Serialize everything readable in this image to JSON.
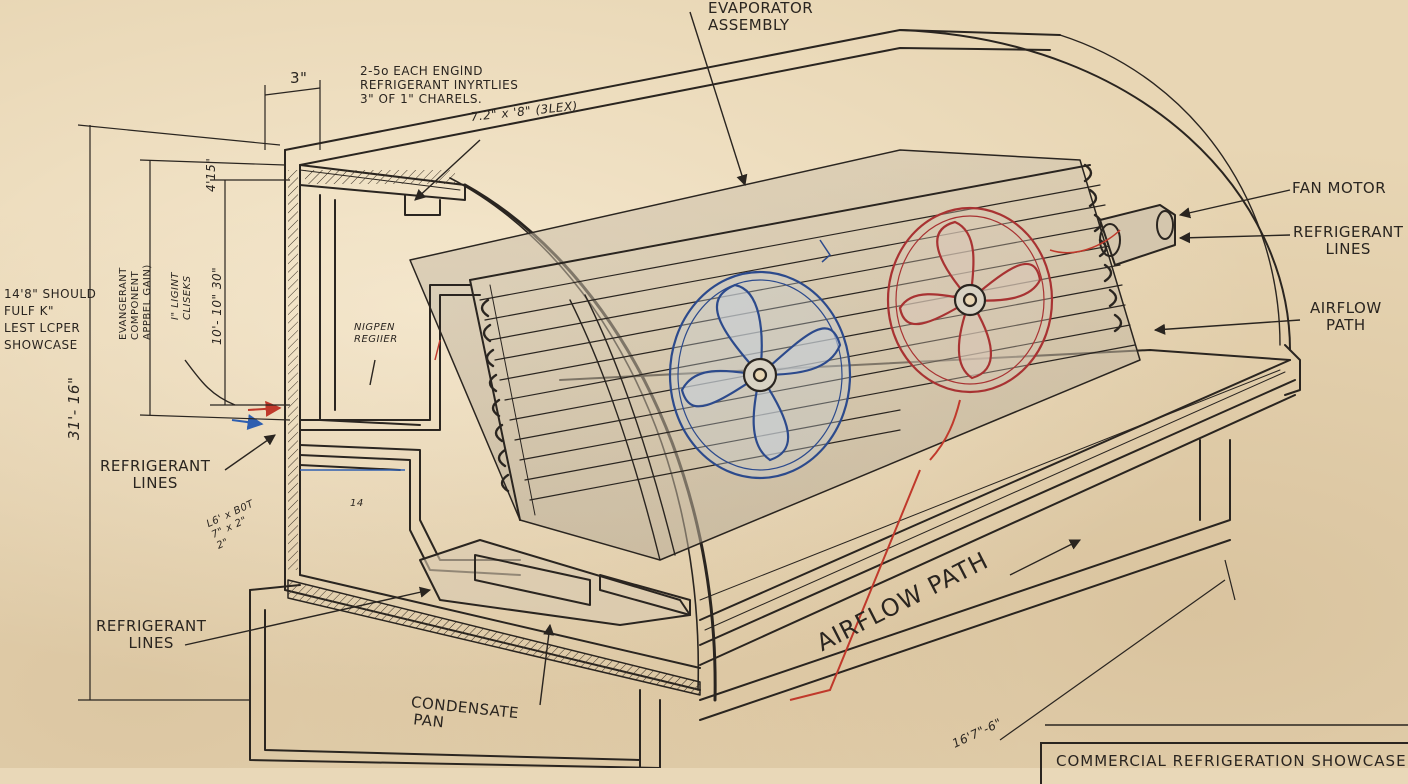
{
  "labels": {
    "evaporator_assembly": [
      "EVAPORATOR",
      "ASSEMBLY"
    ],
    "fan_motor": "FAN MOTOR",
    "refrigerant_lines_right": [
      "REFRIGERANT",
      "LINES"
    ],
    "airflow_path_right": [
      "AIRFLOW",
      "PATH"
    ],
    "refrigerant_lines_left": [
      "REFRIGERANT",
      "LINES"
    ],
    "refrigerant_lines_bottom": [
      "REFRIGERANT",
      "LINES"
    ],
    "condensate_pan": [
      "CONDENSATE",
      "PAN"
    ],
    "airflow_path_main": "AIRFLOW PATH"
  },
  "notes": {
    "top_note": [
      "2-5o EACH ENGlND",
      "REFRIGERANT INYRTLIES",
      "3\" OF 1\" CHARELS."
    ],
    "left_note": [
      "14'8\" SHOULD",
      "FULF K\"",
      "LEST LCPER",
      "SHOWCASE"
    ],
    "vertical_note_1": [
      "EVANGERANT",
      "COMPONENT",
      "APPBEL GAIN)"
    ],
    "vertical_note_2": [
      "I\" LIGINT",
      "CLISEKS"
    ],
    "small_inner_note": [
      "NIGPEN",
      "REGIIER"
    ],
    "lower_left_handwriting": [
      "L6' x B0T",
      "7\" x 2\"",
      "2\""
    ]
  },
  "dimensions": {
    "top_width": "3\"",
    "section": "7.2\" x '8\" (3LEX)",
    "height_small": "4'15\"",
    "height_mid": "10'- 10\" 30\"",
    "height_overall": "31'- 16\"",
    "lower_small": "14",
    "length": "16'7\"-6\""
  },
  "title_block": "COMMERCIAL REFRIGERATION SHOWCASE",
  "colors": {
    "paper": "#e8d6b4",
    "ink": "#2a2520",
    "blue_fan": "#2c4a8c",
    "red_fan": "#a83232",
    "red_line": "#c0392b",
    "blue_line": "#2f5fb0"
  }
}
